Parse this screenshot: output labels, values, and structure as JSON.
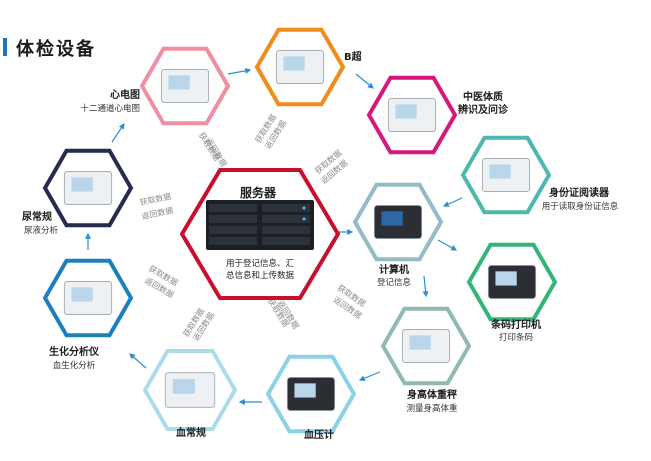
{
  "page": {
    "title": "体检设备"
  },
  "server": {
    "label": "服务器",
    "desc_line1": "用于登记信息、汇",
    "desc_line2": "总信息和上传数据"
  },
  "devices": {
    "ecg": {
      "label": "心电图",
      "sub": "十二通道心电图",
      "color": "#ef8fa3"
    },
    "bultra": {
      "label": "B超",
      "color": "#f08c1a"
    },
    "tcm": {
      "label": "中医体质",
      "label2": "辨识及问诊",
      "color": "#d6187e"
    },
    "idcard": {
      "label": "身份证阅读器",
      "sub": "用于读取身份证信息",
      "color": "#4fb8ae"
    },
    "computer": {
      "label": "计算机",
      "sub": "登记信息",
      "color": "#95bcc6"
    },
    "printer": {
      "label": "条码打印机",
      "sub": "打印条码",
      "color": "#34b577"
    },
    "height": {
      "label": "身高体重秤",
      "sub": "测量身高体重",
      "color": "#90b9b4"
    },
    "bp": {
      "label": "血压计",
      "color": "#8dd1e6"
    },
    "blood": {
      "label": "血常规",
      "color": "#aadde8"
    },
    "biochem": {
      "label": "生化分析仪",
      "sub": "血生化分析",
      "color": "#1e7fbd"
    },
    "urine": {
      "label": "尿常规",
      "sub": "尿液分析",
      "color": "#262a4f"
    }
  },
  "links": {
    "get": "获取数据",
    "ret": "返回数据"
  },
  "colors": {
    "server_border": "#c8102e",
    "arrow": "#2a8fcf",
    "link_text": "#8a8a8a"
  }
}
